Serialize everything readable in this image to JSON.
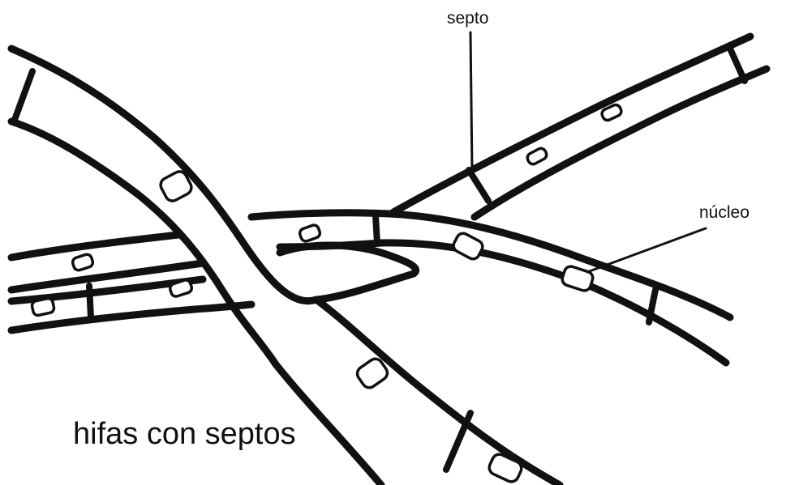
{
  "labels": {
    "septum": "septo",
    "nucleus": "núcleo",
    "caption": "hifas con septos"
  },
  "colors": {
    "ink": "#111111",
    "background": "#ffffff"
  }
}
